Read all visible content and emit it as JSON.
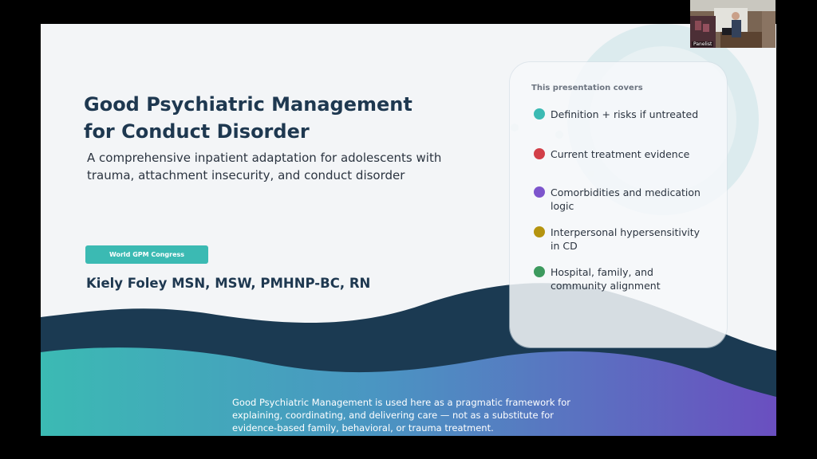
{
  "slide": {
    "title_lines": [
      "Good Psychiatric Management",
      "for Conduct Disorder"
    ],
    "subtitle_lines": [
      "A comprehensive inpatient adaptation for adolescents with",
      "trauma, attachment insecurity, and conduct disorder"
    ],
    "badge": "World GPM Congress",
    "presenter": "Kiely Foley MSN, MSW, PMHNP-BC, RN",
    "footnote_lines": [
      "Good Psychiatric Management is used here as a pragmatic framework for",
      "explaining, coordinating, and delivering care — not as a substitute for",
      "evidence-based family, behavioral, or trauma treatment."
    ]
  },
  "card": {
    "heading": "This presentation covers",
    "items": [
      {
        "lines": [
          "Definition + risks if untreated"
        ],
        "color": "#3bbab3"
      },
      {
        "lines": [
          "Current treatment evidence"
        ],
        "color": "#d23f48"
      },
      {
        "lines": [
          "Comorbidities and medication",
          "logic"
        ],
        "color": "#7d55cc"
      },
      {
        "lines": [
          "Interpersonal hypersensitivity",
          "in CD"
        ],
        "color": "#b5940f"
      },
      {
        "lines": [
          "Hospital, family, and",
          "community alignment"
        ],
        "color": "#3d9a5e"
      }
    ]
  },
  "webcam": {
    "label": "Panelist"
  },
  "colors": {
    "navy": "#1e3850",
    "teal": "#3bbab3",
    "wave_dark": "#1b3a52",
    "wave_purple": "#6a4fc0"
  }
}
